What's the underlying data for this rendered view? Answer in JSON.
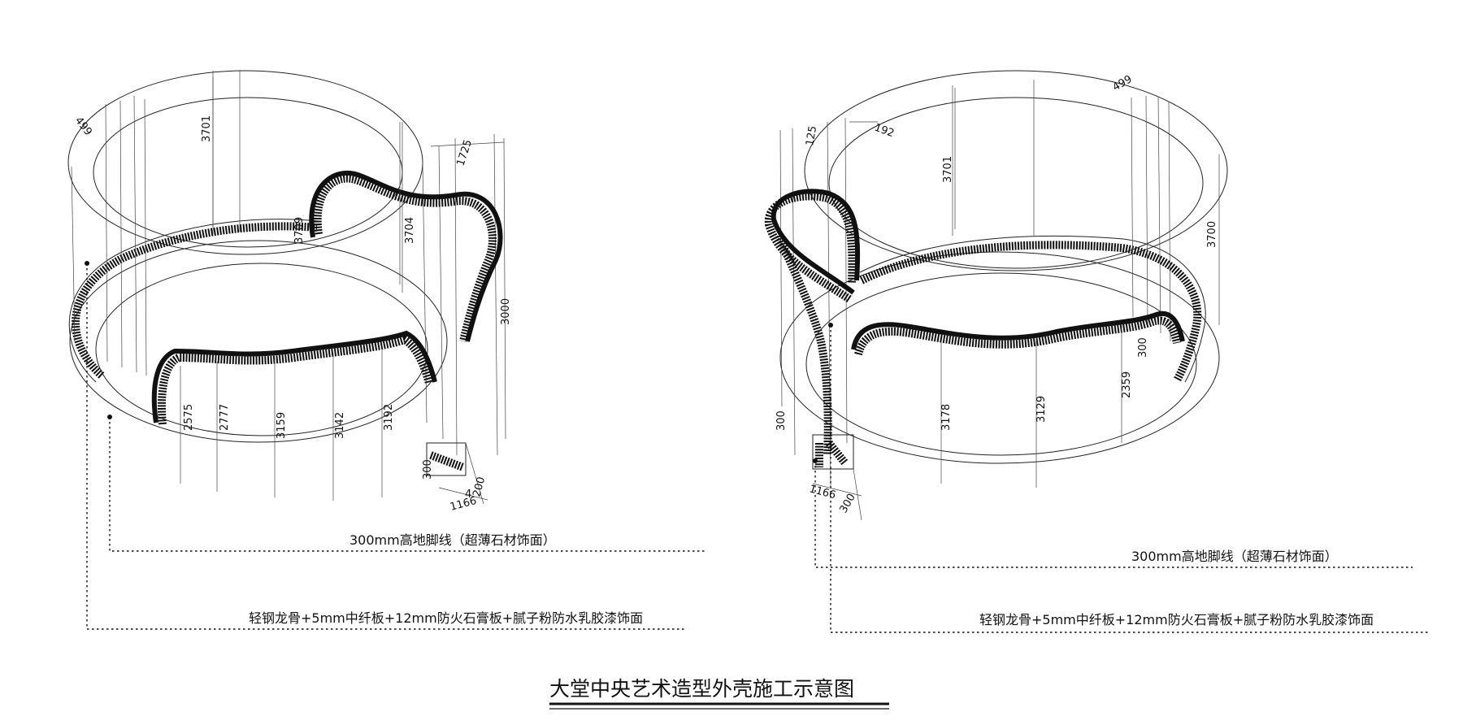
{
  "title": "大堂中央艺术造型外壳施工示意图",
  "views": [
    {
      "id": "left",
      "dimensions": [
        "499",
        "3701",
        "1725",
        "3709",
        "3704",
        "3000",
        "2575",
        "2777",
        "3159",
        "3142",
        "3192",
        "300",
        "1166",
        "4",
        "200"
      ],
      "notes": {
        "baseboard": "300mm高地脚线（超薄石材饰面）",
        "wall": "轻钢龙骨+5mm中纤板+12mm防火石膏板+腻子粉防水乳胶漆饰面"
      }
    },
    {
      "id": "right",
      "dimensions": [
        "499",
        "192",
        "125",
        "3701",
        "3700",
        "300",
        "3178",
        "3129",
        "2359",
        "300",
        "1166",
        "300"
      ],
      "notes": {
        "baseboard": "300mm高地脚线（超薄石材饰面）",
        "wall": "轻钢龙骨+5mm中纤板+12mm防火石膏板+腻子粉防水乳胶漆饰面"
      }
    }
  ]
}
